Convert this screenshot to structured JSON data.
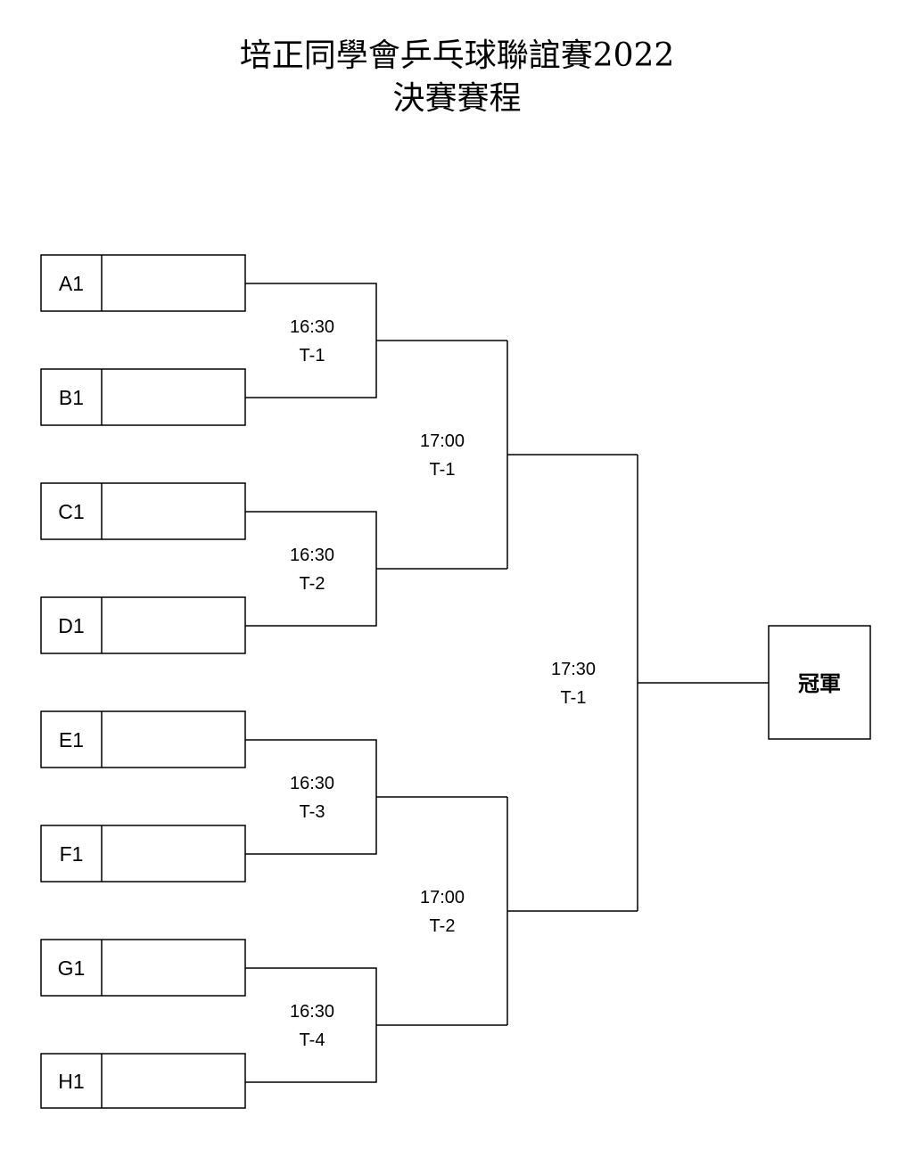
{
  "title": {
    "line1": "培正同學會乒乓球聯誼賽2022",
    "line2": "決賽賽程"
  },
  "seeds": [
    {
      "label": "A1",
      "name": ""
    },
    {
      "label": "B1",
      "name": ""
    },
    {
      "label": "C1",
      "name": ""
    },
    {
      "label": "D1",
      "name": ""
    },
    {
      "label": "E1",
      "name": ""
    },
    {
      "label": "F1",
      "name": ""
    },
    {
      "label": "G1",
      "name": ""
    },
    {
      "label": "H1",
      "name": ""
    }
  ],
  "round1": [
    {
      "time": "16:30",
      "table": "T-1"
    },
    {
      "time": "16:30",
      "table": "T-2"
    },
    {
      "time": "16:30",
      "table": "T-3"
    },
    {
      "time": "16:30",
      "table": "T-4"
    }
  ],
  "round2": [
    {
      "time": "17:00",
      "table": "T-1"
    },
    {
      "time": "17:00",
      "table": "T-2"
    }
  ],
  "final": {
    "time": "17:30",
    "table": "T-1"
  },
  "champion": {
    "label": "冠軍"
  }
}
